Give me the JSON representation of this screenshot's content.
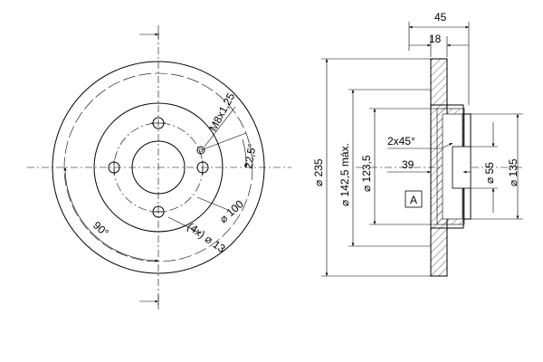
{
  "front_view": {
    "thread_label": "M8x1,25",
    "angle_small": "22,5°",
    "angle_quarter": "90°",
    "pcd_label": "⌀ 100",
    "holes_label": "(4x) ⌀ 13"
  },
  "side_view": {
    "width_total": "45",
    "width_friction": "18",
    "outer_dia": "⌀ 235",
    "friction_dia": "⌀ 142,5 máx.",
    "hat_dia": "⌀ 123,5",
    "chamfer": "2x45°",
    "hat_height": "39",
    "section_label": "A",
    "bore_dia": "⌀ 55",
    "flange_dia": "⌀ 135"
  }
}
